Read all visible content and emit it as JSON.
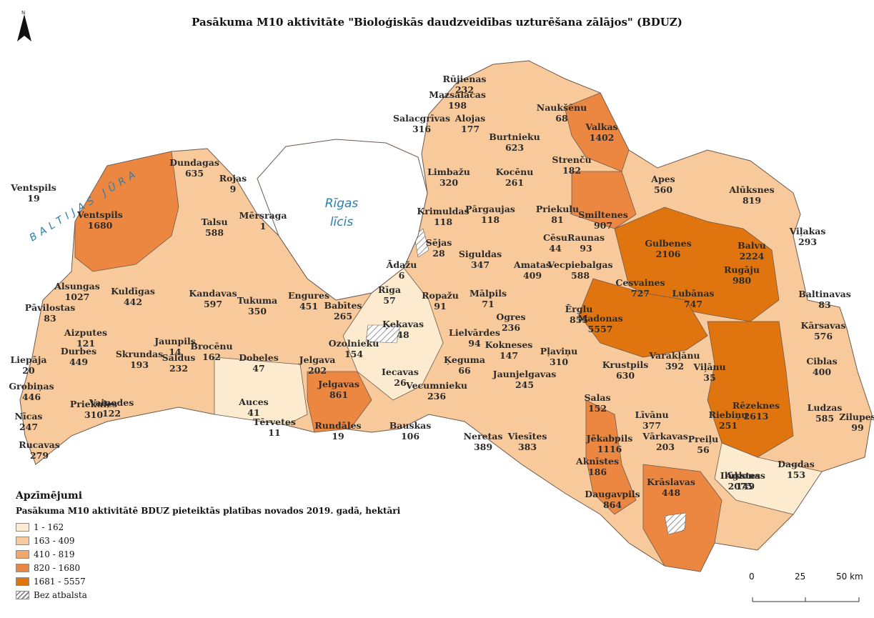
{
  "title": "Pasākuma M10 aktivitāte \"Bioloģiskās daudzveidības uzturēšana zālājos\" (BDUZ)",
  "north_label": "N",
  "water_labels": {
    "sea": "BALTIJAS JŪRA",
    "gulf_line1": "Rīgas",
    "gulf_line2": "līcis"
  },
  "legend": {
    "title": "Apzīmējumi",
    "subtitle": "Pasākuma M10 aktivitātē BDUZ pieteiktās platības novados 2019. gadā, hektāri",
    "classes": [
      {
        "label": "1 - 162",
        "color": "#fdebd0"
      },
      {
        "label": "163 - 409",
        "color": "#f8c99b"
      },
      {
        "label": "410 - 819",
        "color": "#f4a66c"
      },
      {
        "label": "820 - 1680",
        "color": "#ec8742"
      },
      {
        "label": "1681 - 5557",
        "color": "#e0740f"
      },
      {
        "label": "Bez atbalsta",
        "color": "hatch"
      }
    ]
  },
  "scale": {
    "ticks": [
      "0",
      "25",
      "50 km"
    ]
  },
  "municipalities": [
    {
      "name": "Rūjienas",
      "value": "232"
    },
    {
      "name": "Mazsalacas",
      "value": "198"
    },
    {
      "name": "Naukšēnu",
      "value": "68"
    },
    {
      "name": "Salacgrīvas",
      "value": "316"
    },
    {
      "name": "Alojas",
      "value": "177"
    },
    {
      "name": "Valkas",
      "value": "1402"
    },
    {
      "name": "Burtnieku",
      "value": "623"
    },
    {
      "name": "Strenču",
      "value": "182"
    },
    {
      "name": "Dundagas",
      "value": "635"
    },
    {
      "name": "Limbažu",
      "value": "320"
    },
    {
      "name": "Kocēnu",
      "value": "261"
    },
    {
      "name": "Rojas",
      "value": "9"
    },
    {
      "name": "Apes",
      "value": "560"
    },
    {
      "name": "Alūksnes",
      "value": "819"
    },
    {
      "name": "Ventspils",
      "value": "19"
    },
    {
      "name": "Ventspils",
      "value": "1680"
    },
    {
      "name": "Mērsraga",
      "value": "1"
    },
    {
      "name": "Smiltenes",
      "value": "907"
    },
    {
      "name": "Krimuldas",
      "value": "118"
    },
    {
      "name": "Pārgaujas",
      "value": "118"
    },
    {
      "name": "Priekuļu",
      "value": "81"
    },
    {
      "name": "Talsu",
      "value": "588"
    },
    {
      "name": "Cēsu",
      "value": "44"
    },
    {
      "name": "Raunas",
      "value": "93"
    },
    {
      "name": "Gulbenes",
      "value": "2106"
    },
    {
      "name": "Balvu",
      "value": "2224"
    },
    {
      "name": "Viļakas",
      "value": "293"
    },
    {
      "name": "Sējas",
      "value": "28"
    },
    {
      "name": "Siguldas",
      "value": "347"
    },
    {
      "name": "Ādažu",
      "value": "6"
    },
    {
      "name": "Amatas",
      "value": "409"
    },
    {
      "name": "Vecpiebalgas",
      "value": "588"
    },
    {
      "name": "Rugāju",
      "value": "980"
    },
    {
      "name": "Alsungas",
      "value": "1027"
    },
    {
      "name": "Kuldīgas",
      "value": "442"
    },
    {
      "name": "Kandavas",
      "value": "597"
    },
    {
      "name": "Tukuma",
      "value": "350"
    },
    {
      "name": "Engures",
      "value": "451"
    },
    {
      "name": "Rīga",
      "value": "57"
    },
    {
      "name": "Ropažu",
      "value": "91"
    },
    {
      "name": "Mālpils",
      "value": "71"
    },
    {
      "name": "Cesvaines",
      "value": "727"
    },
    {
      "name": "Lubānas",
      "value": "747"
    },
    {
      "name": "Baltinavas",
      "value": "83"
    },
    {
      "name": "Pāvilostas",
      "value": "83"
    },
    {
      "name": "Babītes",
      "value": "265"
    },
    {
      "name": "Ērglu",
      "value": "855"
    },
    {
      "name": "Madonas",
      "value": "5557"
    },
    {
      "name": "Ogres",
      "value": "236"
    },
    {
      "name": "Kārsavas",
      "value": "576"
    },
    {
      "name": "Aizputes",
      "value": "121"
    },
    {
      "name": "Ķekavas",
      "value": "48"
    },
    {
      "name": "Lielvārdes",
      "value": "94"
    },
    {
      "name": "Jaunpils",
      "value": "14"
    },
    {
      "name": "Brocēnu",
      "value": "162"
    },
    {
      "name": "Ozolnieku",
      "value": "154"
    },
    {
      "name": "Kokneses",
      "value": "147"
    },
    {
      "name": "Pļaviņu",
      "value": "310"
    },
    {
      "name": "Liepāja",
      "value": "20"
    },
    {
      "name": "Durbes",
      "value": "449"
    },
    {
      "name": "Skrundas",
      "value": "193"
    },
    {
      "name": "Saldus",
      "value": "232"
    },
    {
      "name": "Dobeles",
      "value": "47"
    },
    {
      "name": "Jelgava",
      "value": "202"
    },
    {
      "name": "Ķeguma",
      "value": "66"
    },
    {
      "name": "Varakļānu",
      "value": "392"
    },
    {
      "name": "Ciblas",
      "value": "400"
    },
    {
      "name": "Iecavas",
      "value": "26"
    },
    {
      "name": "Grobiņas",
      "value": "446"
    },
    {
      "name": "Krustpils",
      "value": "630"
    },
    {
      "name": "Viļānu",
      "value": "35"
    },
    {
      "name": "Jaunjelgavas",
      "value": "245"
    },
    {
      "name": "Priekules",
      "value": "310"
    },
    {
      "name": "Vaiņodes",
      "value": "122"
    },
    {
      "name": "Jelgavas",
      "value": "861"
    },
    {
      "name": "Vecumnieku",
      "value": "236"
    },
    {
      "name": "Salas",
      "value": "152"
    },
    {
      "name": "Rēzeknes",
      "value": "2613"
    },
    {
      "name": "Nīcas",
      "value": "247"
    },
    {
      "name": "Auces",
      "value": "41"
    },
    {
      "name": "Tērvetes",
      "value": "11"
    },
    {
      "name": "Rundāles",
      "value": "19"
    },
    {
      "name": "Bauskas",
      "value": "106"
    },
    {
      "name": "Līvānu",
      "value": "377"
    },
    {
      "name": "Riebiņu",
      "value": "251"
    },
    {
      "name": "Ludzas",
      "value": "585"
    },
    {
      "name": "Zilupes",
      "value": "99"
    },
    {
      "name": "Rucavas",
      "value": "279"
    },
    {
      "name": "Neretas",
      "value": "389"
    },
    {
      "name": "Viesītes",
      "value": "383"
    },
    {
      "name": "Jēkabpils",
      "value": "1116"
    },
    {
      "name": "Vārkavas",
      "value": "203"
    },
    {
      "name": "Preiļu",
      "value": "56"
    },
    {
      "name": "Aknīstes",
      "value": "186"
    },
    {
      "name": "Aglonas",
      "value": "149"
    },
    {
      "name": "Dagdas",
      "value": "153"
    },
    {
      "name": "Ilūkstes",
      "value": "2075"
    },
    {
      "name": "Daugavpils",
      "value": "864"
    },
    {
      "name": "Krāslavas",
      "value": "448"
    }
  ]
}
